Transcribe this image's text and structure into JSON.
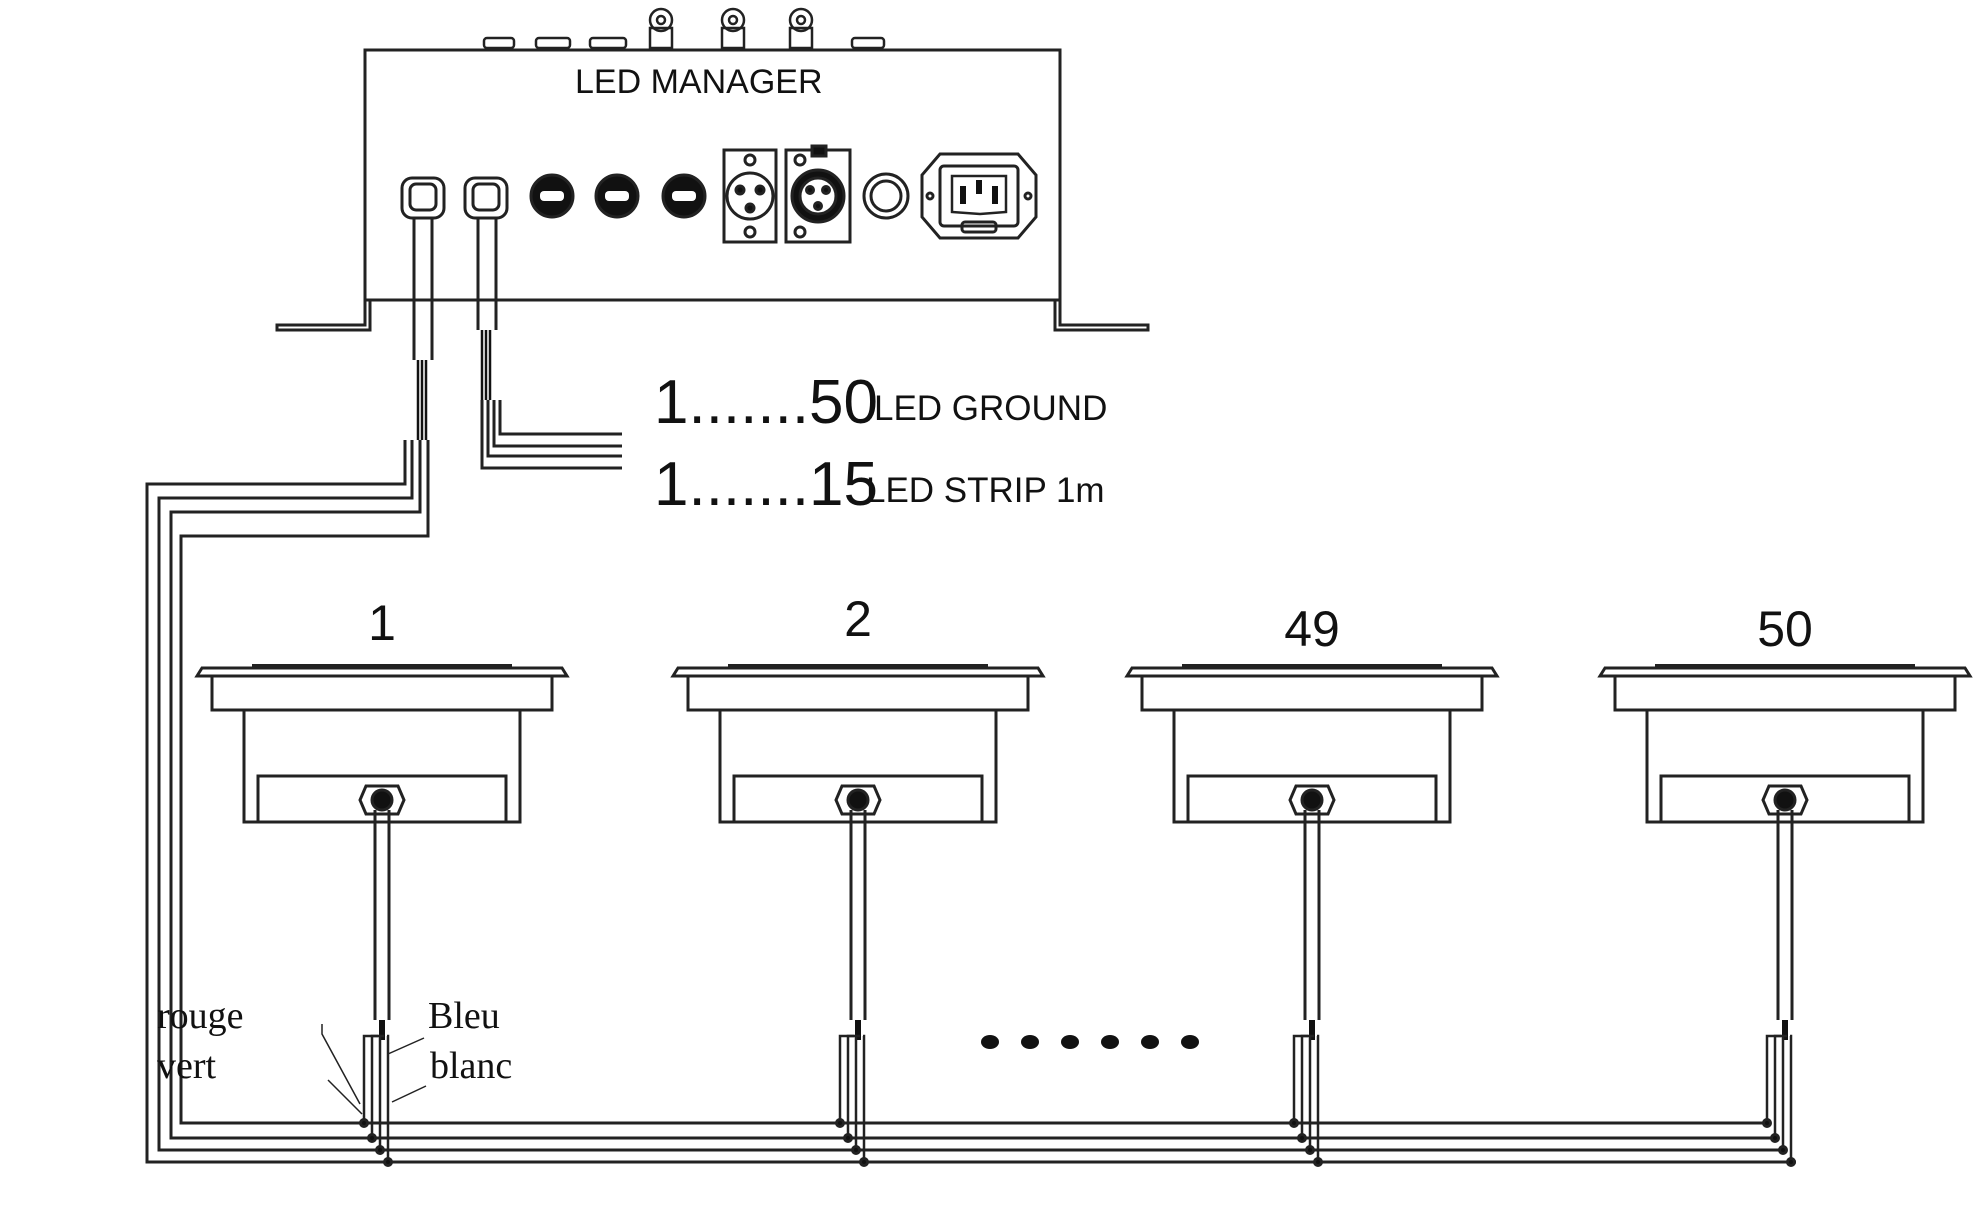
{
  "controller": {
    "title": "LED MANAGER"
  },
  "outputs": {
    "ground": {
      "range": "1.......50",
      "label": "LED GROUND"
    },
    "strip": {
      "range": "1.......15",
      "label": "LED STRIP 1m"
    }
  },
  "fixtures": [
    {
      "label": "1"
    },
    {
      "label": "2"
    },
    {
      "label": "49"
    },
    {
      "label": "50"
    }
  ],
  "wires": {
    "rouge": "rouge",
    "vert": "vert",
    "bleu": "Bleu",
    "blanc": "blanc"
  },
  "ellipsis_dots": 6
}
